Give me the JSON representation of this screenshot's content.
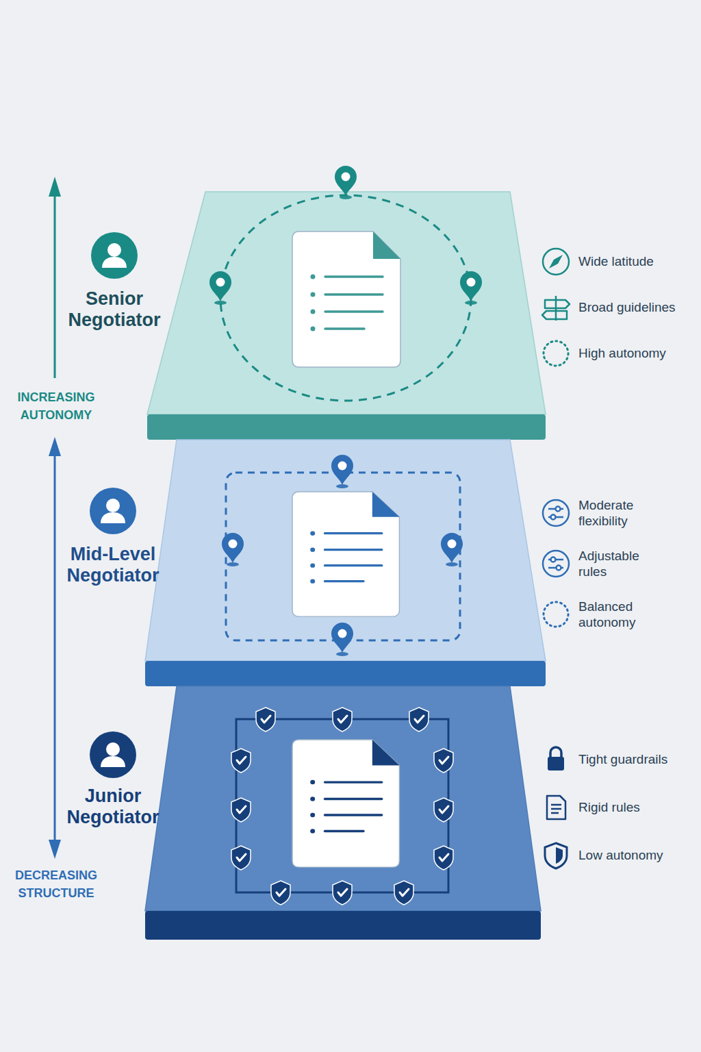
{
  "diagram": {
    "nodes": [
      {
        "text": [
          "Senior Negotiator"
        ]
      },
      {
        "text": [
          "Mid-Level Negotiator"
        ]
      },
      {
        "text": [
          "Junior Negotiator"
        ]
      }
    ],
    "labels": [
      "Wide latitude",
      "Broad guidelines",
      "High autonomy",
      "INCREASING AUTONOMY",
      "Moderate flexibility",
      "Adjustable rules",
      "Balanced autonomy",
      "Tight guardrails",
      "Rigid rules",
      "Low autonomy",
      "DECREASING STRUCTURE"
    ]
  }
}
